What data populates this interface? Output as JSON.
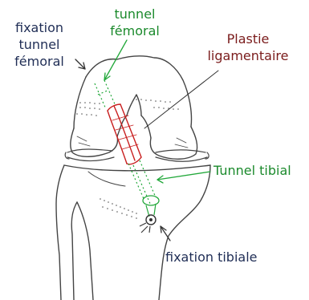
{
  "labels": {
    "fixation_tunnel_femoral": [
      "fixation",
      "tunnel",
      "fémoral"
    ],
    "tunnel_femoral": [
      "tunnel",
      "fémoral"
    ],
    "plastie_ligamentaire": [
      "Plastie",
      "ligamentaire"
    ],
    "tunnel_tibial": "Tunnel tibial",
    "fixation_tibiale": "fixation tibiale"
  },
  "colors": {
    "bone_outline": "#444444",
    "tunnel": "#22a83a",
    "graft": "#c81e1e",
    "label_navy": "#1f2d55",
    "label_green": "#1b8a2c",
    "label_maroon": "#7a1b1b"
  }
}
